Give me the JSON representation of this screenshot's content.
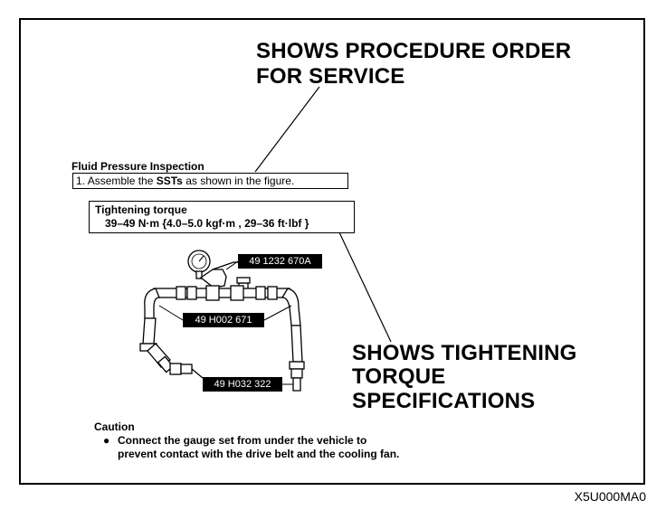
{
  "callouts": {
    "procedure_order": [
      "SHOWS PROCEDURE ORDER",
      "FOR SERVICE"
    ],
    "tightening_torque": [
      "SHOWS TIGHTENING",
      "TORQUE",
      "SPECIFICATIONS"
    ]
  },
  "section": {
    "title": "Fluid Pressure Inspection",
    "step": {
      "number": "1.",
      "text_before": "Assemble the",
      "text_bold": "SSTs",
      "text_after": "as shown in the figure."
    }
  },
  "torque": {
    "title": "Tightening torque",
    "value": "39–49 N·m {4.0–5.0 kgf·m , 29–36 ft·lbf }"
  },
  "tools": [
    "49 1232 670A",
    "49 H002 671",
    "49 H032 322"
  ],
  "caution": {
    "title": "Caution",
    "bullet": "●",
    "text": "Connect the gauge set from under the vehicle to prevent contact with the drive belt and the cooling fan."
  },
  "figure_code": "X5U000MA0"
}
